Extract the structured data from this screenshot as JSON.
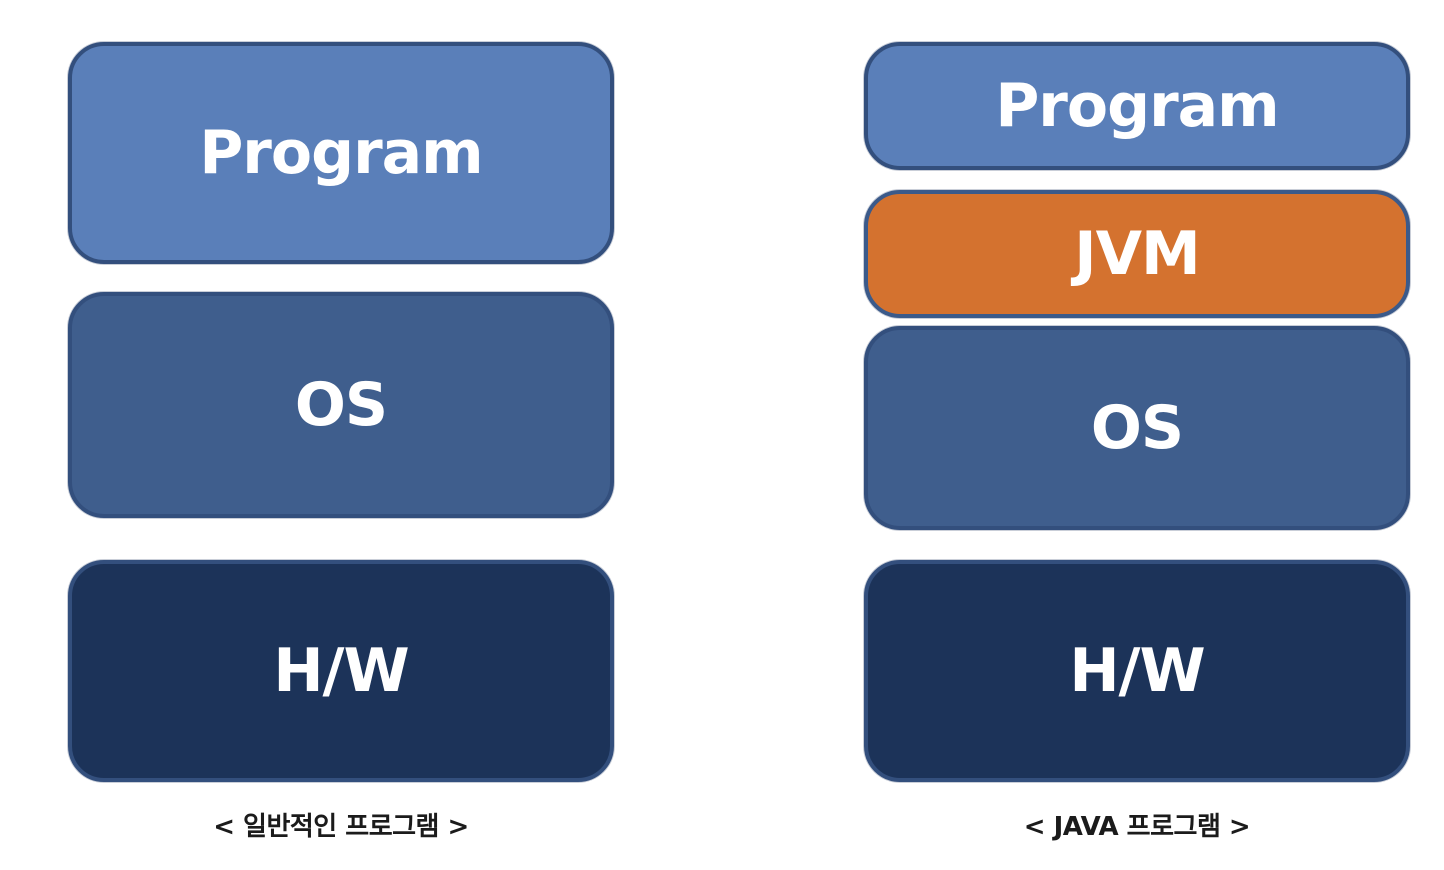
{
  "colors": {
    "program": "#5a7fb9",
    "os": "#3f5e8d",
    "hw": "#1c3359",
    "jvm": "#d4722f",
    "border": "#334f7d",
    "jvm_border": "#3b5a8a"
  },
  "left_stack": {
    "layers": [
      {
        "label": "Program"
      },
      {
        "label": "OS"
      },
      {
        "label": "H/W"
      }
    ],
    "caption": "< 일반적인 프로그램 >"
  },
  "right_stack": {
    "layers": [
      {
        "label": "Program"
      },
      {
        "label": "JVM"
      },
      {
        "label": "OS"
      },
      {
        "label": "H/W"
      }
    ],
    "caption": "< JAVA 프로그램 >"
  }
}
